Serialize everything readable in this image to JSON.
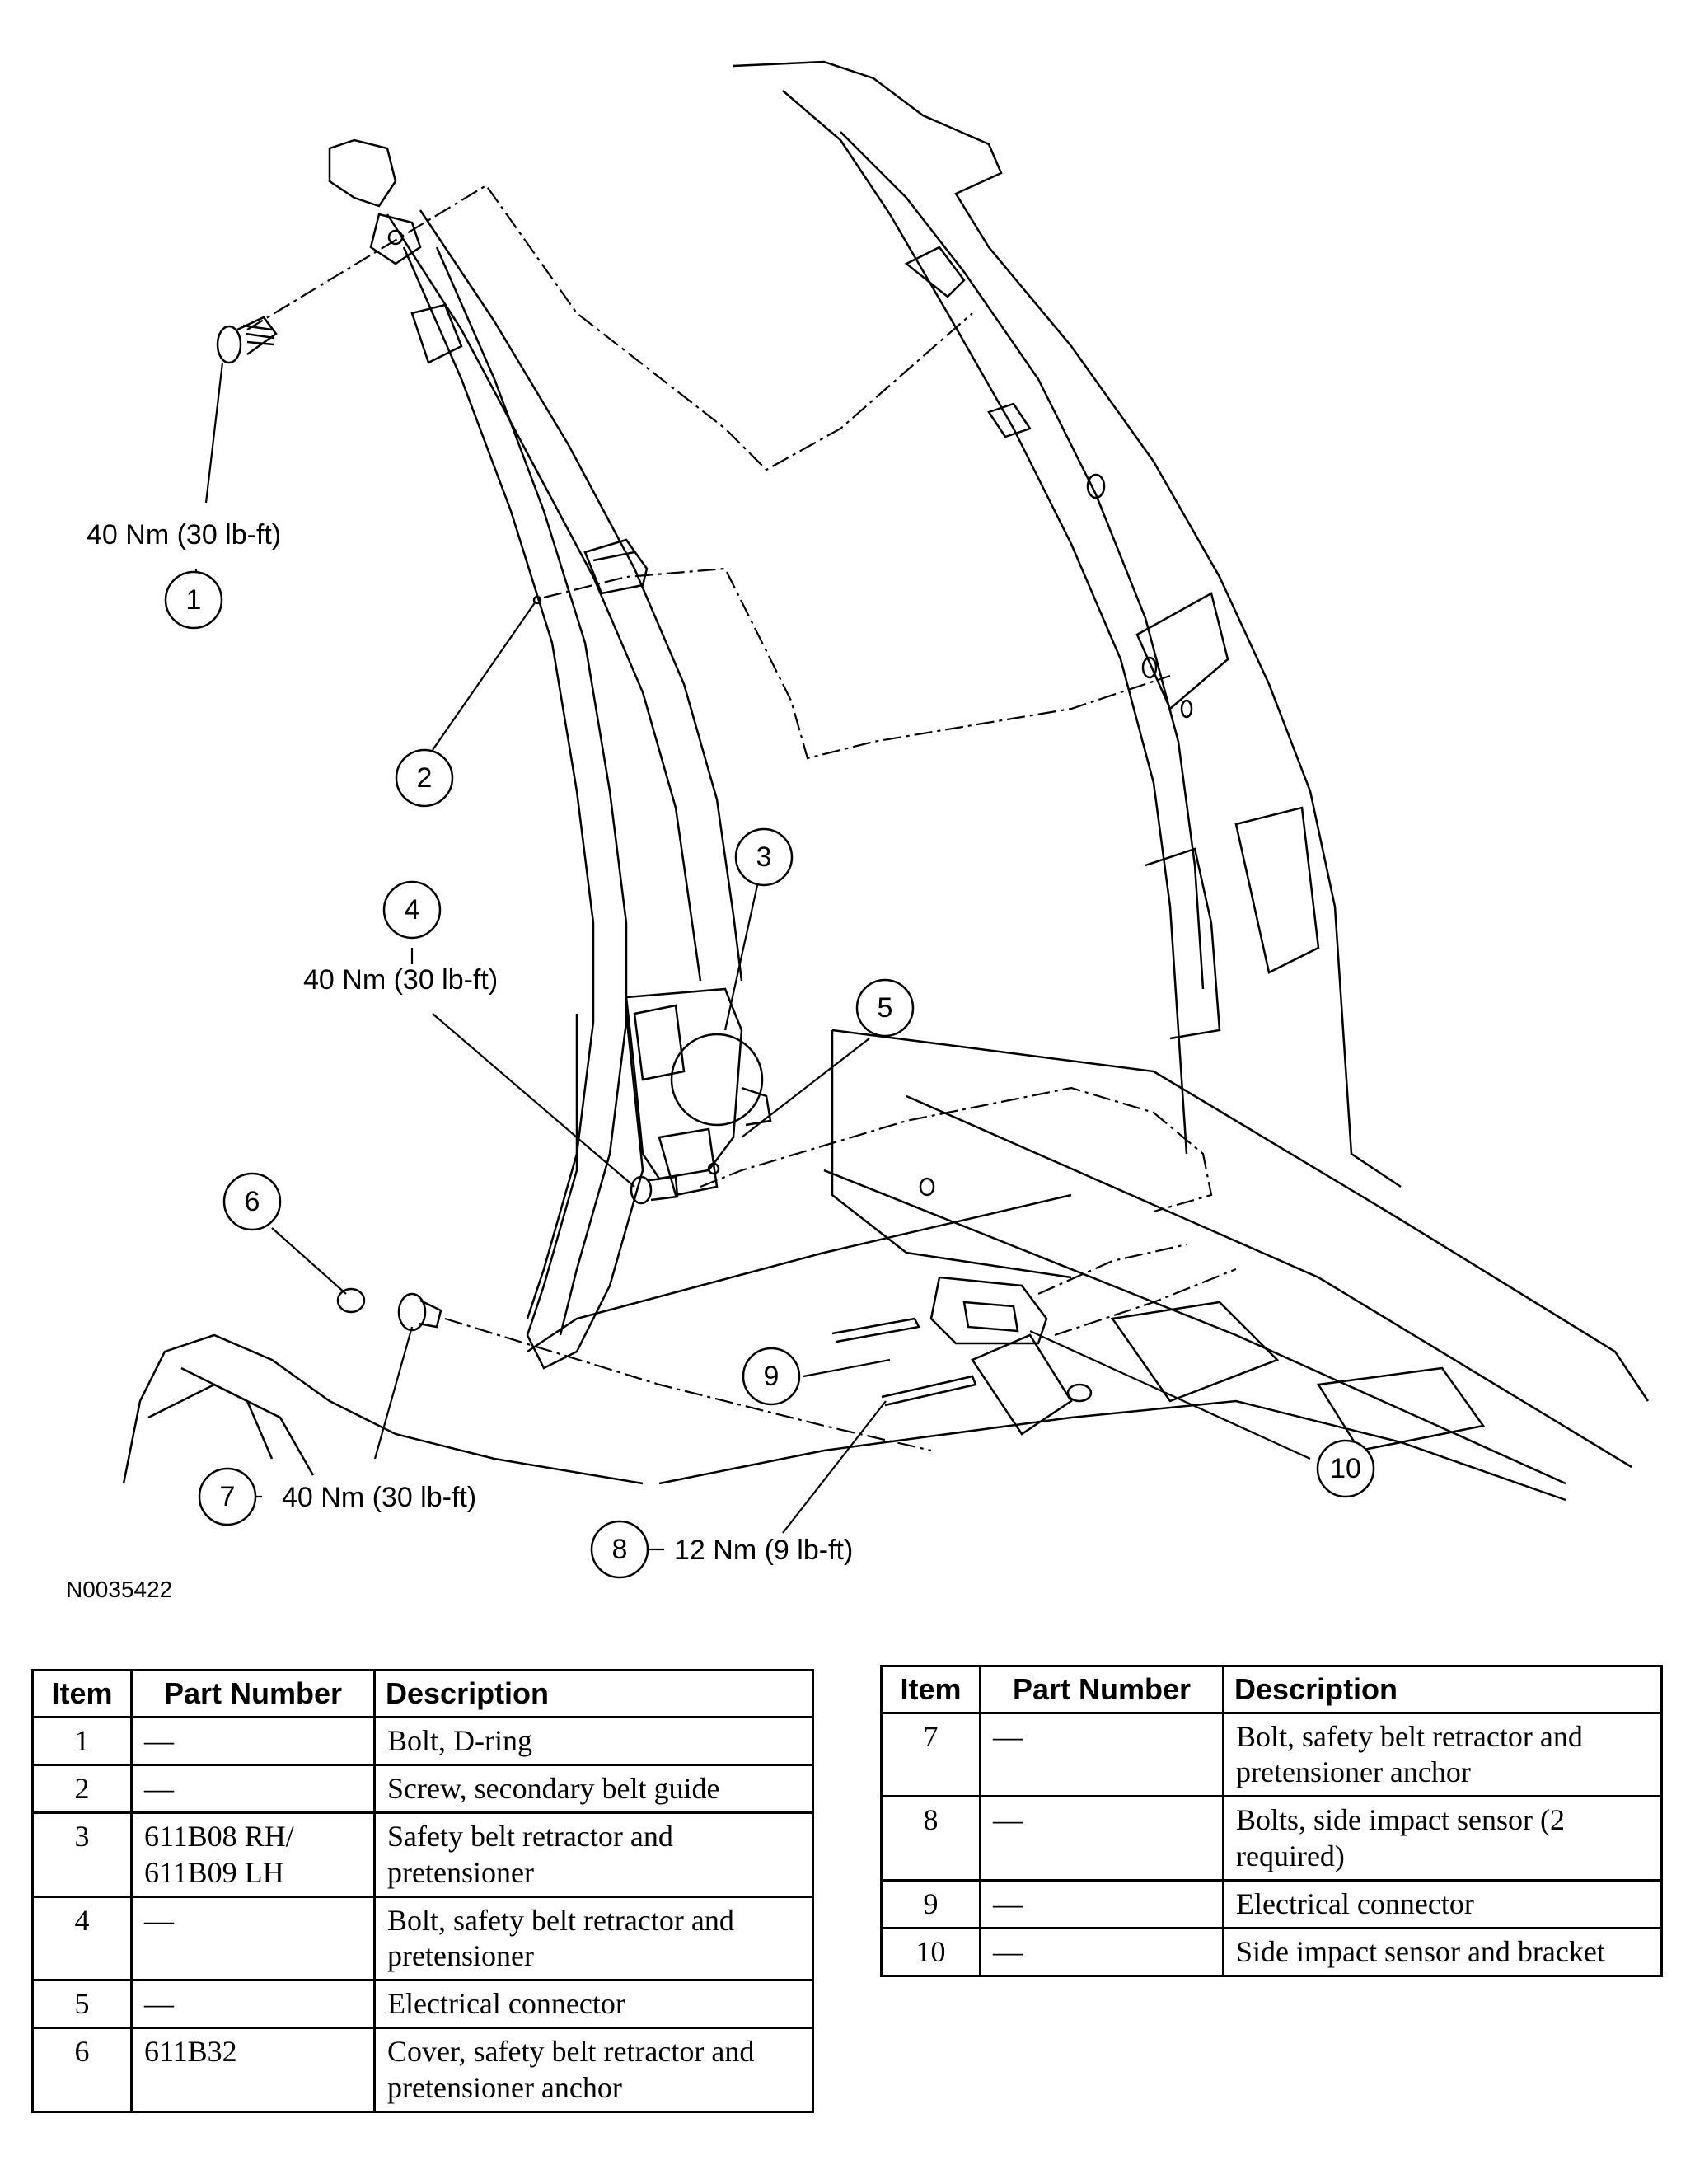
{
  "figure": {
    "reference": "N0035422",
    "callouts": [
      {
        "id": "1",
        "torque": "40 Nm (30 lb-ft)"
      },
      {
        "id": "2",
        "torque": ""
      },
      {
        "id": "3",
        "torque": ""
      },
      {
        "id": "4",
        "torque": "40 Nm (30 lb-ft)"
      },
      {
        "id": "5",
        "torque": ""
      },
      {
        "id": "6",
        "torque": ""
      },
      {
        "id": "7",
        "torque": "40 Nm (30 lb-ft)"
      },
      {
        "id": "8",
        "torque": "12 Nm (9 lb-ft)"
      },
      {
        "id": "9",
        "torque": ""
      },
      {
        "id": "10",
        "torque": ""
      }
    ]
  },
  "table": {
    "headers": {
      "item": "Item",
      "part": "Part Number",
      "desc": "Description"
    },
    "rows": [
      {
        "item": "1",
        "part": "—",
        "desc": "Bolt, D-ring"
      },
      {
        "item": "2",
        "part": "—",
        "desc": "Screw, secondary belt guide"
      },
      {
        "item": "3",
        "part": "611B08 RH/ 611B09 LH",
        "desc": "Safety belt retractor and pretensioner"
      },
      {
        "item": "4",
        "part": "—",
        "desc": "Bolt, safety belt retractor and pretensioner"
      },
      {
        "item": "5",
        "part": "—",
        "desc": "Electrical connector"
      },
      {
        "item": "6",
        "part": "611B32",
        "desc": "Cover, safety belt retractor and pretensioner anchor"
      },
      {
        "item": "7",
        "part": "—",
        "desc": "Bolt, safety belt retractor and pretensioner anchor"
      },
      {
        "item": "8",
        "part": "—",
        "desc": "Bolts, side impact sensor (2 required)"
      },
      {
        "item": "9",
        "part": "—",
        "desc": "Electrical connector"
      },
      {
        "item": "10",
        "part": "—",
        "desc": "Side impact sensor and bracket"
      }
    ]
  }
}
